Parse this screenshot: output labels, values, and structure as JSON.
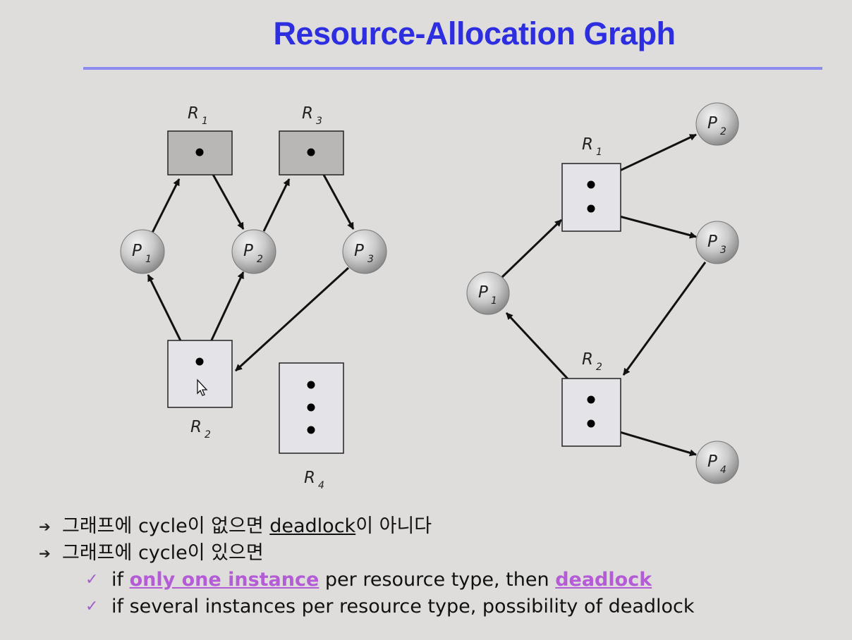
{
  "title": "Resource-Allocation Graph",
  "left_graph": {
    "resources": [
      {
        "name": "R",
        "sub": "1",
        "instances": 1
      },
      {
        "name": "R",
        "sub": "3",
        "instances": 1
      },
      {
        "name": "R",
        "sub": "2",
        "instances": 1
      },
      {
        "name": "R",
        "sub": "4",
        "instances": 3
      }
    ],
    "processes": [
      {
        "name": "P",
        "sub": "1"
      },
      {
        "name": "P",
        "sub": "2"
      },
      {
        "name": "P",
        "sub": "3"
      }
    ],
    "edges": [
      {
        "from": "P1",
        "to": "R1"
      },
      {
        "from": "R1",
        "to": "P2"
      },
      {
        "from": "P2",
        "to": "R3"
      },
      {
        "from": "R3",
        "to": "P3"
      },
      {
        "from": "P3",
        "to": "R2"
      },
      {
        "from": "R2",
        "to": "P1"
      },
      {
        "from": "R2",
        "to": "P2"
      }
    ]
  },
  "right_graph": {
    "resources": [
      {
        "name": "R",
        "sub": "1",
        "instances": 2
      },
      {
        "name": "R",
        "sub": "2",
        "instances": 2
      }
    ],
    "processes": [
      {
        "name": "P",
        "sub": "1"
      },
      {
        "name": "P",
        "sub": "2"
      },
      {
        "name": "P",
        "sub": "3"
      },
      {
        "name": "P",
        "sub": "4"
      }
    ],
    "edges": [
      {
        "from": "P1",
        "to": "R1"
      },
      {
        "from": "R1",
        "to": "P2"
      },
      {
        "from": "R1",
        "to": "P3"
      },
      {
        "from": "P3",
        "to": "R2"
      },
      {
        "from": "R2",
        "to": "P1"
      },
      {
        "from": "R2",
        "to": "P4"
      }
    ]
  },
  "bullets": {
    "b1": {
      "pre": "그래프에 cycle이 없으면 ",
      "u": "deadlock",
      "post": "이 아니다"
    },
    "b2": {
      "text": "그래프에 cycle이 있으면"
    },
    "s1": {
      "pre": "if ",
      "hl1": "only one instance",
      "mid": " per resource type, then ",
      "hl2": "deadlock"
    },
    "s2": {
      "text": "if several instances per resource type, possibility of deadlock"
    }
  },
  "colors": {
    "title": "#2c2ee0",
    "rule": "#8c8cee",
    "highlight": "#b45bd6",
    "resource_fill_dark": "#b8b7b6",
    "resource_fill_light": "#e4e3e8"
  },
  "icons": {
    "bullet": "arrow-bullet-icon",
    "sub_bullet": "checkmark-icon"
  }
}
